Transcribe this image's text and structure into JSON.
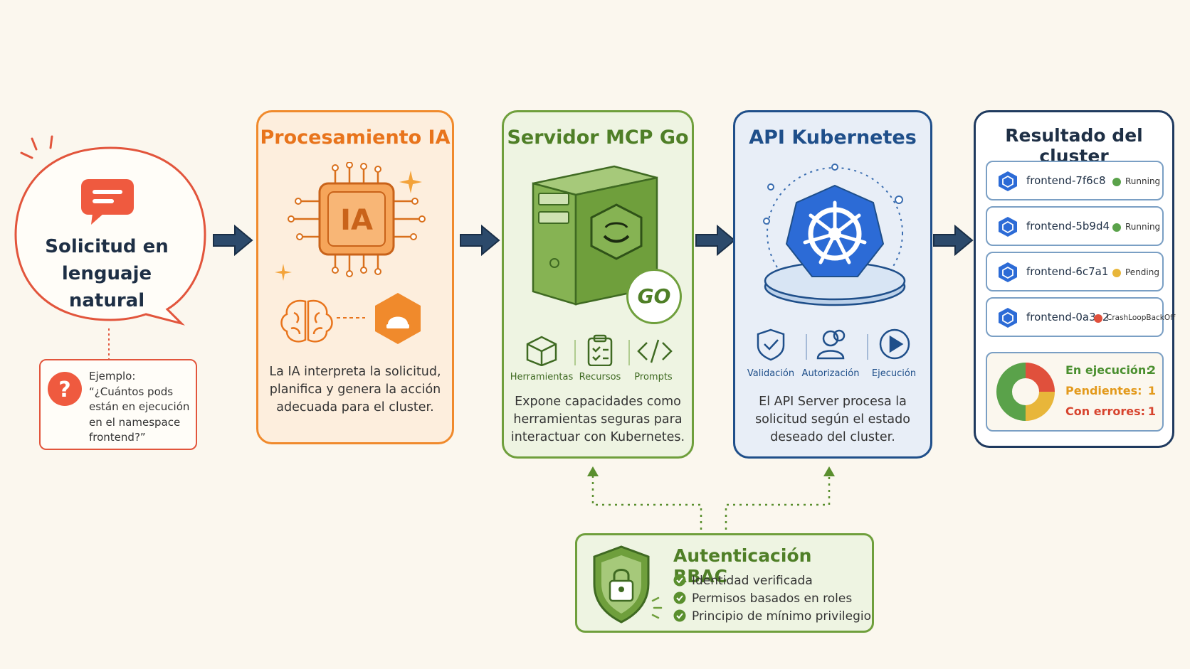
{
  "request": {
    "title_line1": "Solicitud en",
    "title_line2": "lenguaje natural",
    "example_label": "Ejemplo:",
    "example_lines": [
      "“¿Cuántos pods",
      "están en ejecución",
      "en el namespace",
      "frontend?”"
    ]
  },
  "ai": {
    "title": "Procesamiento IA",
    "chip_label": "IA",
    "desc_lines": [
      "La IA interpreta la solicitud,",
      "planifica y genera la acción",
      "adecuada para el cluster."
    ]
  },
  "mcp": {
    "title": "Servidor MCP Go",
    "go_badge": "GO",
    "features": [
      "Herramientas",
      "Recursos",
      "Prompts"
    ],
    "desc_lines": [
      "Expone capacidades como",
      "herramientas seguras para",
      "interactuar con Kubernetes."
    ]
  },
  "k8s": {
    "title": "API Kubernetes",
    "features": [
      "Validación",
      "Autorización",
      "Ejecución"
    ],
    "desc_lines": [
      "El API Server procesa la",
      "solicitud según el estado",
      "deseado del cluster."
    ]
  },
  "result": {
    "title": "Resultado del cluster",
    "pods": [
      {
        "name": "frontend-7f6c8",
        "status": "Running",
        "color": "#5aa24a"
      },
      {
        "name": "frontend-5b9d4",
        "status": "Running",
        "color": "#5aa24a"
      },
      {
        "name": "frontend-6c7a1",
        "status": "Pending",
        "color": "#e8b63a"
      },
      {
        "name": "frontend-0a3e2",
        "status": "CrashLoopBackOff",
        "color": "#e0503c"
      }
    ],
    "summary": [
      {
        "label": "En ejecución:",
        "value": "2",
        "color": "#4a8f2f"
      },
      {
        "label": "Pendientes:",
        "value": "1",
        "color": "#e39a1c"
      },
      {
        "label": "Con errores:",
        "value": "1",
        "color": "#d7442e"
      }
    ]
  },
  "rbac": {
    "title": "Autenticación RBAC",
    "items": [
      "Identidad verificada",
      "Permisos basados en roles",
      "Principio de mínimo privilegio"
    ]
  },
  "colors": {
    "request": "#e2553c",
    "ai": "#f08a2c",
    "mcp": "#6f9f3c",
    "k8s": "#1f4f8a",
    "result": "#1f3a5f",
    "arrow": "#1f3a5a"
  }
}
